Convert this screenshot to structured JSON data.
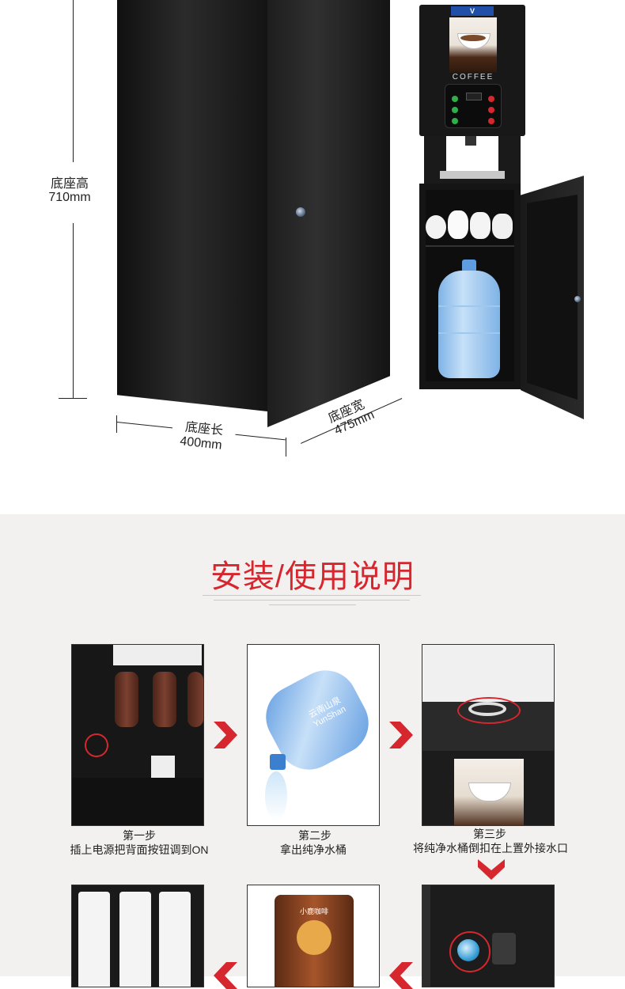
{
  "dimensions": {
    "height_label": "底座高",
    "height_value": "710mm",
    "length_label": "底座长",
    "length_value": "400mm",
    "width_label": "底座宽",
    "width_value": "475mm"
  },
  "machine": {
    "brand_badge": "V",
    "panel_word": "COFFEE"
  },
  "guide": {
    "title": "安装/使用说明",
    "steps": [
      {
        "title": "第一步",
        "desc": "插上电源把背面按钮调到ON"
      },
      {
        "title": "第二步",
        "desc": "拿出纯净水桶"
      },
      {
        "title": "第三步",
        "desc": "将纯净水桶倒扣在上置外接水口"
      }
    ],
    "bottle_brand": "云南山泉 YunShan",
    "coffee_bag_text": "小鹿咖啡"
  },
  "colors": {
    "accent_red": "#d6272f",
    "guide_bg": "#f2f1f0",
    "cabinet_black": "#151515"
  }
}
